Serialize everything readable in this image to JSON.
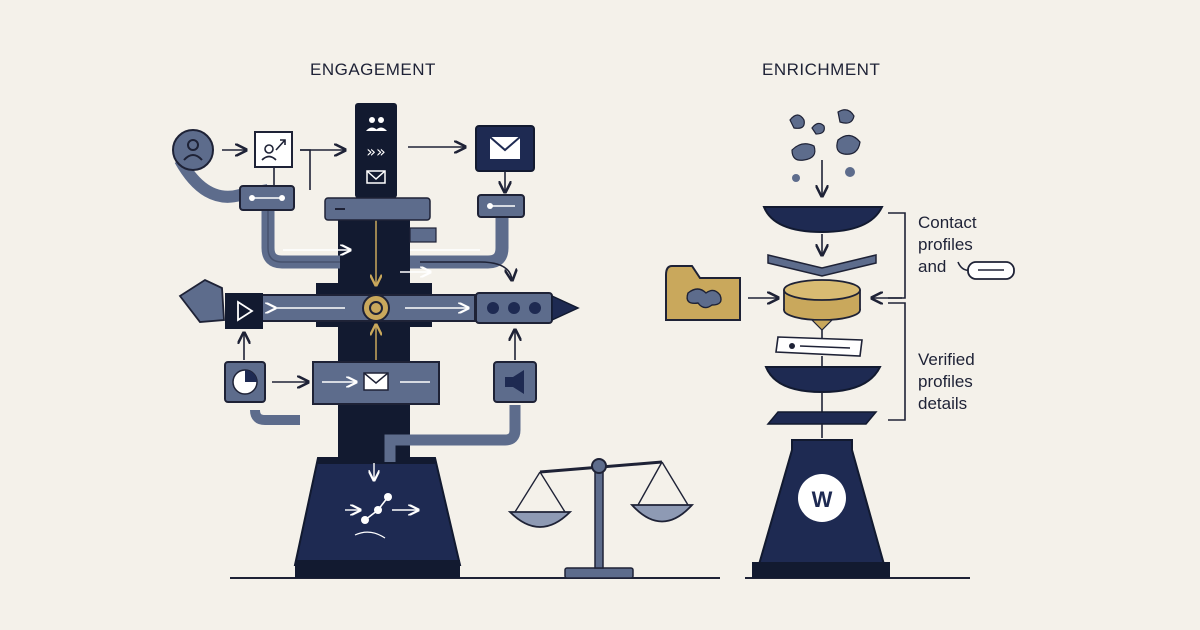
{
  "headings": {
    "engagement": "ENGAGEMENT",
    "enrichment": "ENRICHMENT"
  },
  "enrichment_labels": {
    "top": [
      "Contact",
      "profiles",
      "and"
    ],
    "bottom": [
      "Verified",
      "profiles",
      "details"
    ]
  },
  "logo": {
    "letter": "W"
  },
  "colors": {
    "background": "#f4f1ea",
    "navy": "#1e2a52",
    "dark": "#121a30",
    "slate": "#5d6c8c",
    "light_slate": "#8e9ab4",
    "gold": "#c9a85c",
    "line": "#1e2236"
  },
  "icons": [
    "user-circle-icon",
    "user-arrow-icon",
    "users-icon",
    "forward-icon",
    "mail-icon",
    "send-icon",
    "pie-chart-icon",
    "megaphone-icon",
    "network-icon",
    "scale-icon",
    "folder-icon",
    "id-card-icon",
    "chat-bubble-icon"
  ]
}
